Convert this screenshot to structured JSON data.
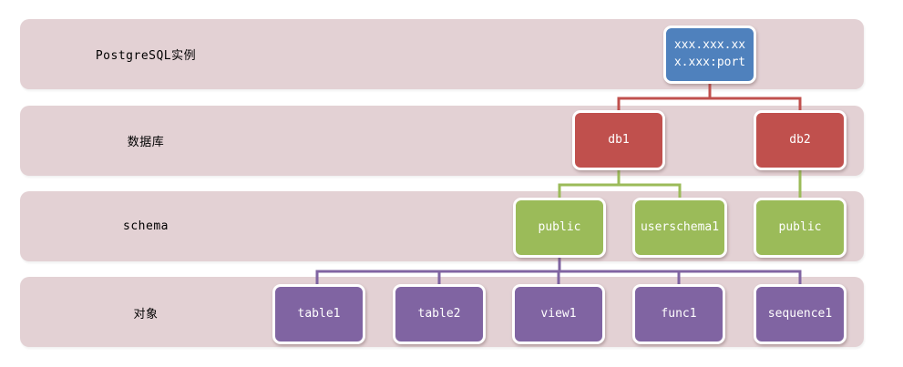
{
  "colors": {
    "band": "#e3d1d4",
    "instance": "#4f81bd",
    "database": "#c0504d",
    "schema": "#9bbb59",
    "object": "#8064a2",
    "box_text": "#ffffff",
    "label_text": "#000000"
  },
  "rows": [
    {
      "label": "PostgreSQL实例"
    },
    {
      "label": "数据库"
    },
    {
      "label": "schema"
    },
    {
      "label": "对象"
    }
  ],
  "nodes": {
    "instance": {
      "label": "xxx.xxx.xxx.xxx:port"
    },
    "db1": {
      "label": "db1"
    },
    "db2": {
      "label": "db2"
    },
    "schema_public1": {
      "label": "public"
    },
    "schema_user1": {
      "label": "userschema1"
    },
    "schema_public2": {
      "label": "public"
    },
    "obj_table1": {
      "label": "table1"
    },
    "obj_table2": {
      "label": "table2"
    },
    "obj_view1": {
      "label": "view1"
    },
    "obj_func1": {
      "label": "func1"
    },
    "obj_sequence1": {
      "label": "sequence1"
    }
  }
}
